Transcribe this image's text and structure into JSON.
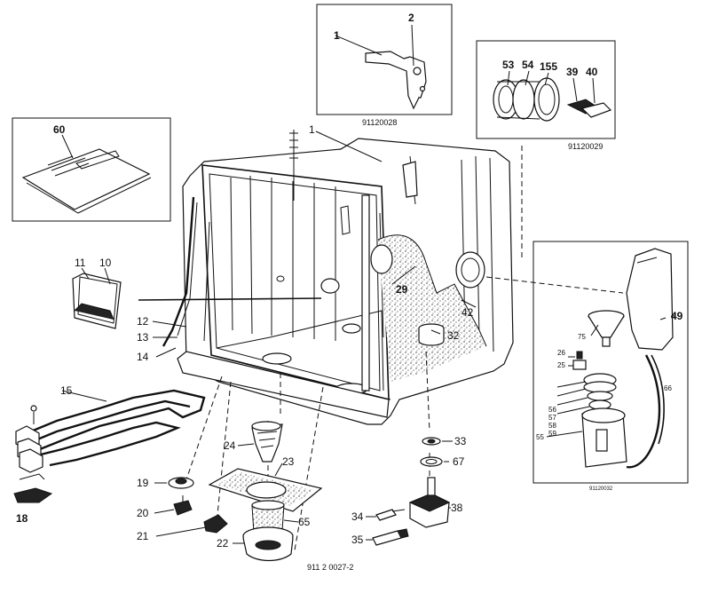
{
  "diagram": {
    "drawing_number": "911 2 0027-2",
    "insets": [
      {
        "code": "91120028",
        "parts": [
          "1",
          "2"
        ]
      },
      {
        "code": "91120029",
        "parts": [
          "53",
          "54",
          "155",
          "39",
          "40"
        ]
      },
      {
        "code": "91120032",
        "parts": [
          "49",
          "75",
          "26",
          "25",
          "66",
          "56",
          "57",
          "58",
          "59",
          "55"
        ]
      },
      {
        "code": "",
        "parts": [
          "60"
        ]
      }
    ],
    "callouts": {
      "p1": "1",
      "p2": "2",
      "p1b": "1",
      "p53": "53",
      "p54": "54",
      "p155": "155",
      "p39": "39",
      "p40": "40",
      "p60": "60",
      "p11": "11",
      "p10": "10",
      "p12": "12",
      "p13": "13",
      "p14": "14",
      "p29": "29",
      "p42": "42",
      "p32": "32",
      "p49": "49",
      "p75": "75",
      "p26": "26",
      "p25": "25",
      "p66": "66",
      "p56": "56",
      "p57": "57",
      "p58": "58",
      "p59": "59",
      "p55": "55",
      "p15": "15",
      "p18": "18",
      "p19": "19",
      "p20": "20",
      "p21": "21",
      "p22": "22",
      "p23": "23",
      "p24": "24",
      "p65": "65",
      "p33": "33",
      "p67": "67",
      "p34": "34",
      "p35": "35",
      "p38": "38"
    }
  }
}
